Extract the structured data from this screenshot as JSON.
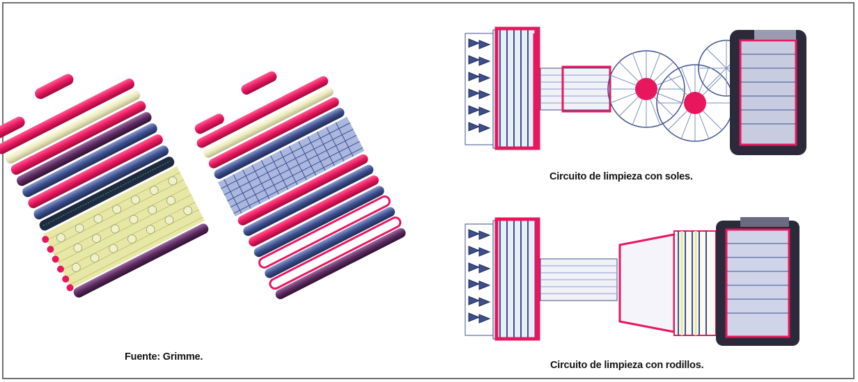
{
  "captions": {
    "source": "Fuente: Grimme.",
    "soles": "Circuito de limpieza con soles.",
    "rollers": "Circuito de limpieza con rodillos."
  },
  "colors": {
    "frame": "#e8175d",
    "dark_frame": "#b0104a",
    "blue_roller": "#3c4f8c",
    "cream_roller": "#f2f0c8",
    "dark_roller": "#5a2a5e",
    "mesh_yellow": "#e8e8a0",
    "mesh_blue": "#7a8cc0",
    "engine_dark": "#2a2a3a"
  },
  "figures": [
    {
      "name": "roller-bed-with-stars",
      "depicts": "illustration"
    },
    {
      "name": "roller-bed-with-spirals",
      "depicts": "illustration"
    },
    {
      "name": "harvester-soles-topview",
      "depicts": "illustration"
    },
    {
      "name": "harvester-rollers-topview",
      "depicts": "illustration"
    }
  ]
}
